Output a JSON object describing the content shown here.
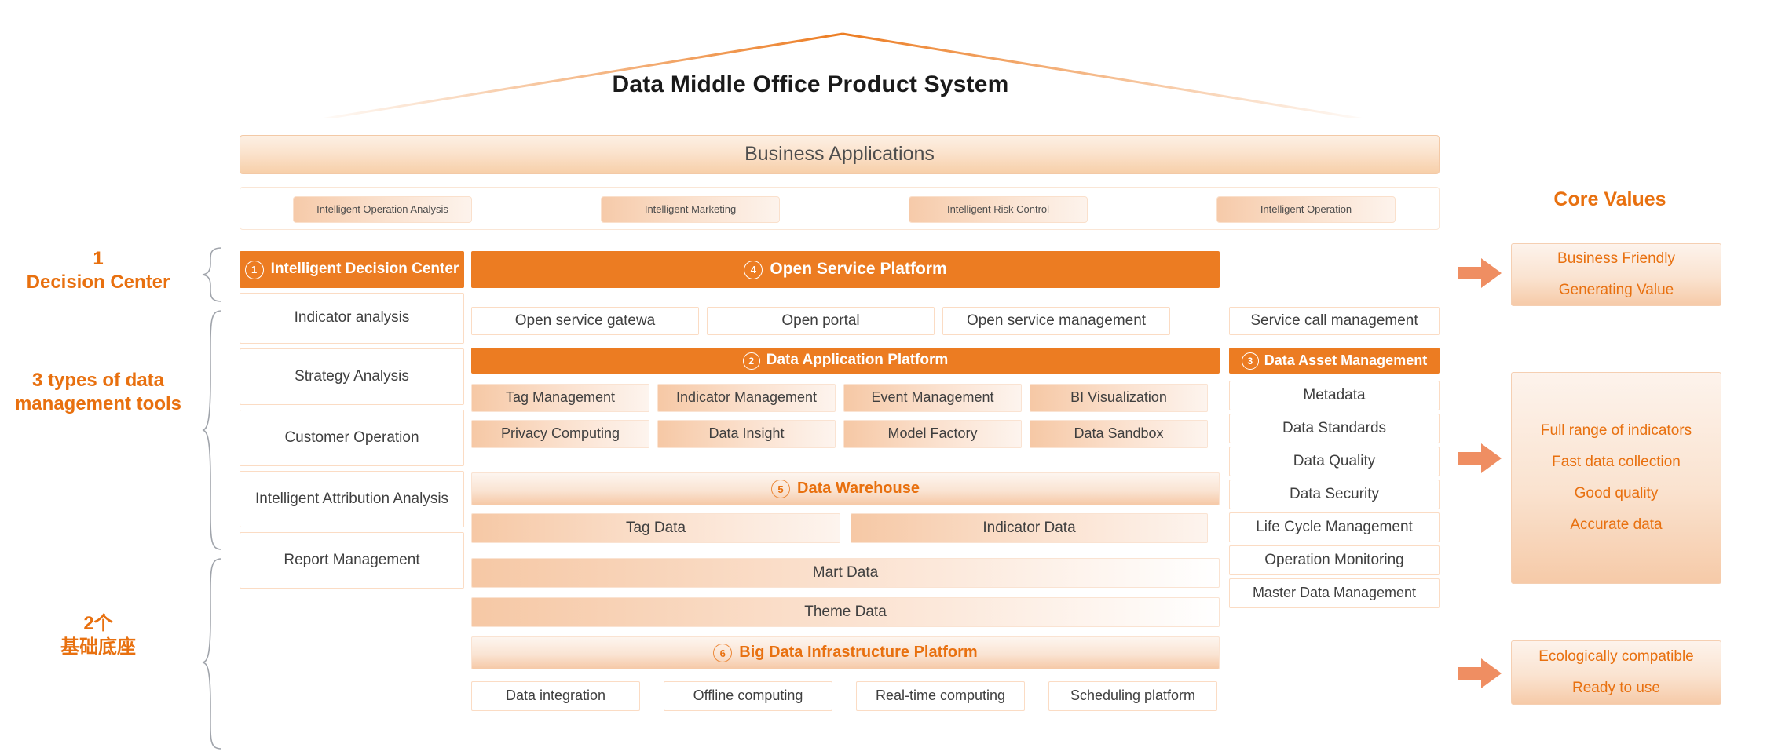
{
  "title": "Data Middle Office Product System",
  "business": {
    "band_label": "Business Applications",
    "chips": [
      {
        "label": "Intelligent Operation Analysis"
      },
      {
        "label": "Intelligent Marketing"
      },
      {
        "label": "Intelligent Risk Control"
      },
      {
        "label": "Intelligent Operation"
      }
    ]
  },
  "side_labels": [
    {
      "line1": "1",
      "line2": "Decision Center"
    },
    {
      "line1": "3 types of data",
      "line2": "management tools"
    },
    {
      "line1": "2个",
      "line2": "基础底座"
    }
  ],
  "decision_center": {
    "number": "1",
    "header": "Intelligent Decision Center",
    "items": [
      {
        "label": "Indicator analysis"
      },
      {
        "label": "Strategy Analysis"
      },
      {
        "label": "Customer Operation"
      },
      {
        "label": "Intelligent Attribution Analysis"
      },
      {
        "label": "Report Management"
      }
    ]
  },
  "open_service_platform": {
    "number": "4",
    "header": "Open Service Platform",
    "items": [
      {
        "label": "Open service gatewa"
      },
      {
        "label": "Open portal"
      },
      {
        "label": "Open service management"
      },
      {
        "label": "Service call management"
      }
    ]
  },
  "data_application_platform": {
    "number": "2",
    "header": "Data Application Platform",
    "row1": [
      {
        "label": "Tag Management"
      },
      {
        "label": "Indicator Management"
      },
      {
        "label": "Event Management"
      },
      {
        "label": "BI Visualization"
      }
    ],
    "row2": [
      {
        "label": "Privacy Computing"
      },
      {
        "label": "Data Insight"
      },
      {
        "label": "Model Factory"
      },
      {
        "label": "Data Sandbox"
      }
    ]
  },
  "data_warehouse": {
    "number": "5",
    "header": "Data Warehouse",
    "items": [
      {
        "label": "Tag Data"
      },
      {
        "label": "Indicator Data"
      }
    ],
    "layers": [
      {
        "label": "Mart Data"
      },
      {
        "label": "Theme Data"
      }
    ]
  },
  "big_data_platform": {
    "number": "6",
    "header": "Big Data Infrastructure Platform",
    "items": [
      {
        "label": "Data integration"
      },
      {
        "label": "Offline computing"
      },
      {
        "label": "Real-time computing"
      },
      {
        "label": "Scheduling platform"
      }
    ]
  },
  "data_asset_management": {
    "number": "3",
    "header": "Data Asset Management",
    "items": [
      {
        "label": "Metadata"
      },
      {
        "label": "Data Standards"
      },
      {
        "label": "Data Quality"
      },
      {
        "label": "Data Security"
      },
      {
        "label": "Life Cycle Management"
      },
      {
        "label": "Operation Monitoring"
      },
      {
        "label": "Master Data Management"
      }
    ]
  },
  "core_values": {
    "title": "Core Values",
    "boxes": [
      {
        "lines": [
          "Business Friendly",
          "Generating Value"
        ]
      },
      {
        "lines": [
          "Full range of indicators",
          "Fast data collection",
          "Good quality",
          "Accurate data"
        ]
      },
      {
        "lines": [
          "Ecologically compatible",
          "Ready to use"
        ]
      }
    ]
  },
  "colors": {
    "accent": "#ec7c22",
    "accent_text": "#e8700f",
    "peach": "#f6c8a5",
    "box_border": "#fbdcc4"
  }
}
